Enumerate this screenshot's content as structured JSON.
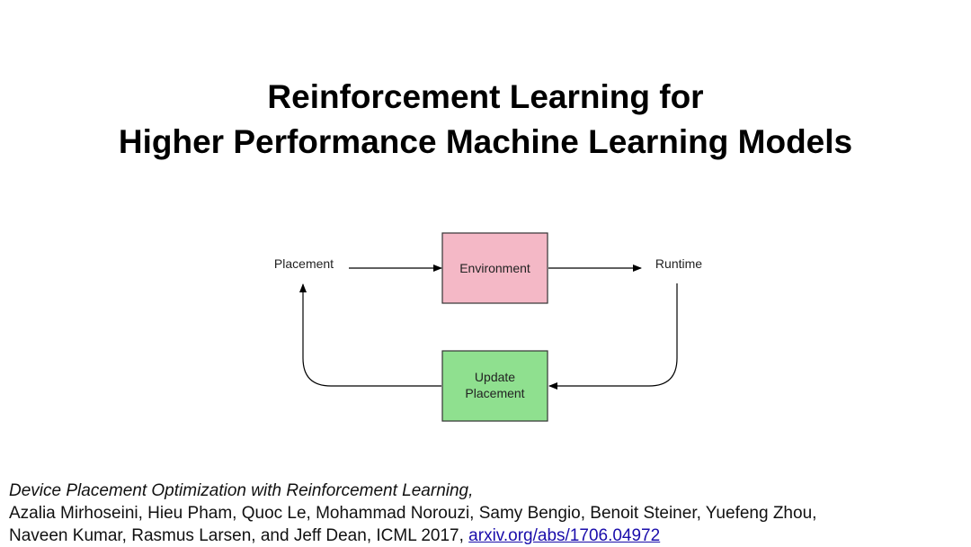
{
  "slide": {
    "title_line_1": "Reinforcement Learning for",
    "title_line_2": "Higher Performance Machine Learning Models"
  },
  "diagram": {
    "nodes": {
      "placement": "Placement",
      "environment": "Environment",
      "runtime": "Runtime",
      "update_line_1": "Update",
      "update_line_2": "Placement"
    },
    "colors": {
      "environment_fill": "#f4b8c6",
      "update_fill": "#8fe08f",
      "box_stroke": "#333333",
      "arrow": "#000000"
    }
  },
  "citation": {
    "paper_title": "Device Placement Optimization with Reinforcement Learning,",
    "authors_line_1": "Azalia Mirhoseini, Hieu Pham, Quoc Le, Mohammad Norouzi, Samy Bengio, Benoit Steiner, Yuefeng Zhou,",
    "authors_line_2": "Naveen Kumar, Rasmus Larsen, and Jeff Dean, ICML 2017, ",
    "link_text": "arxiv.org/abs/1706.04972"
  }
}
